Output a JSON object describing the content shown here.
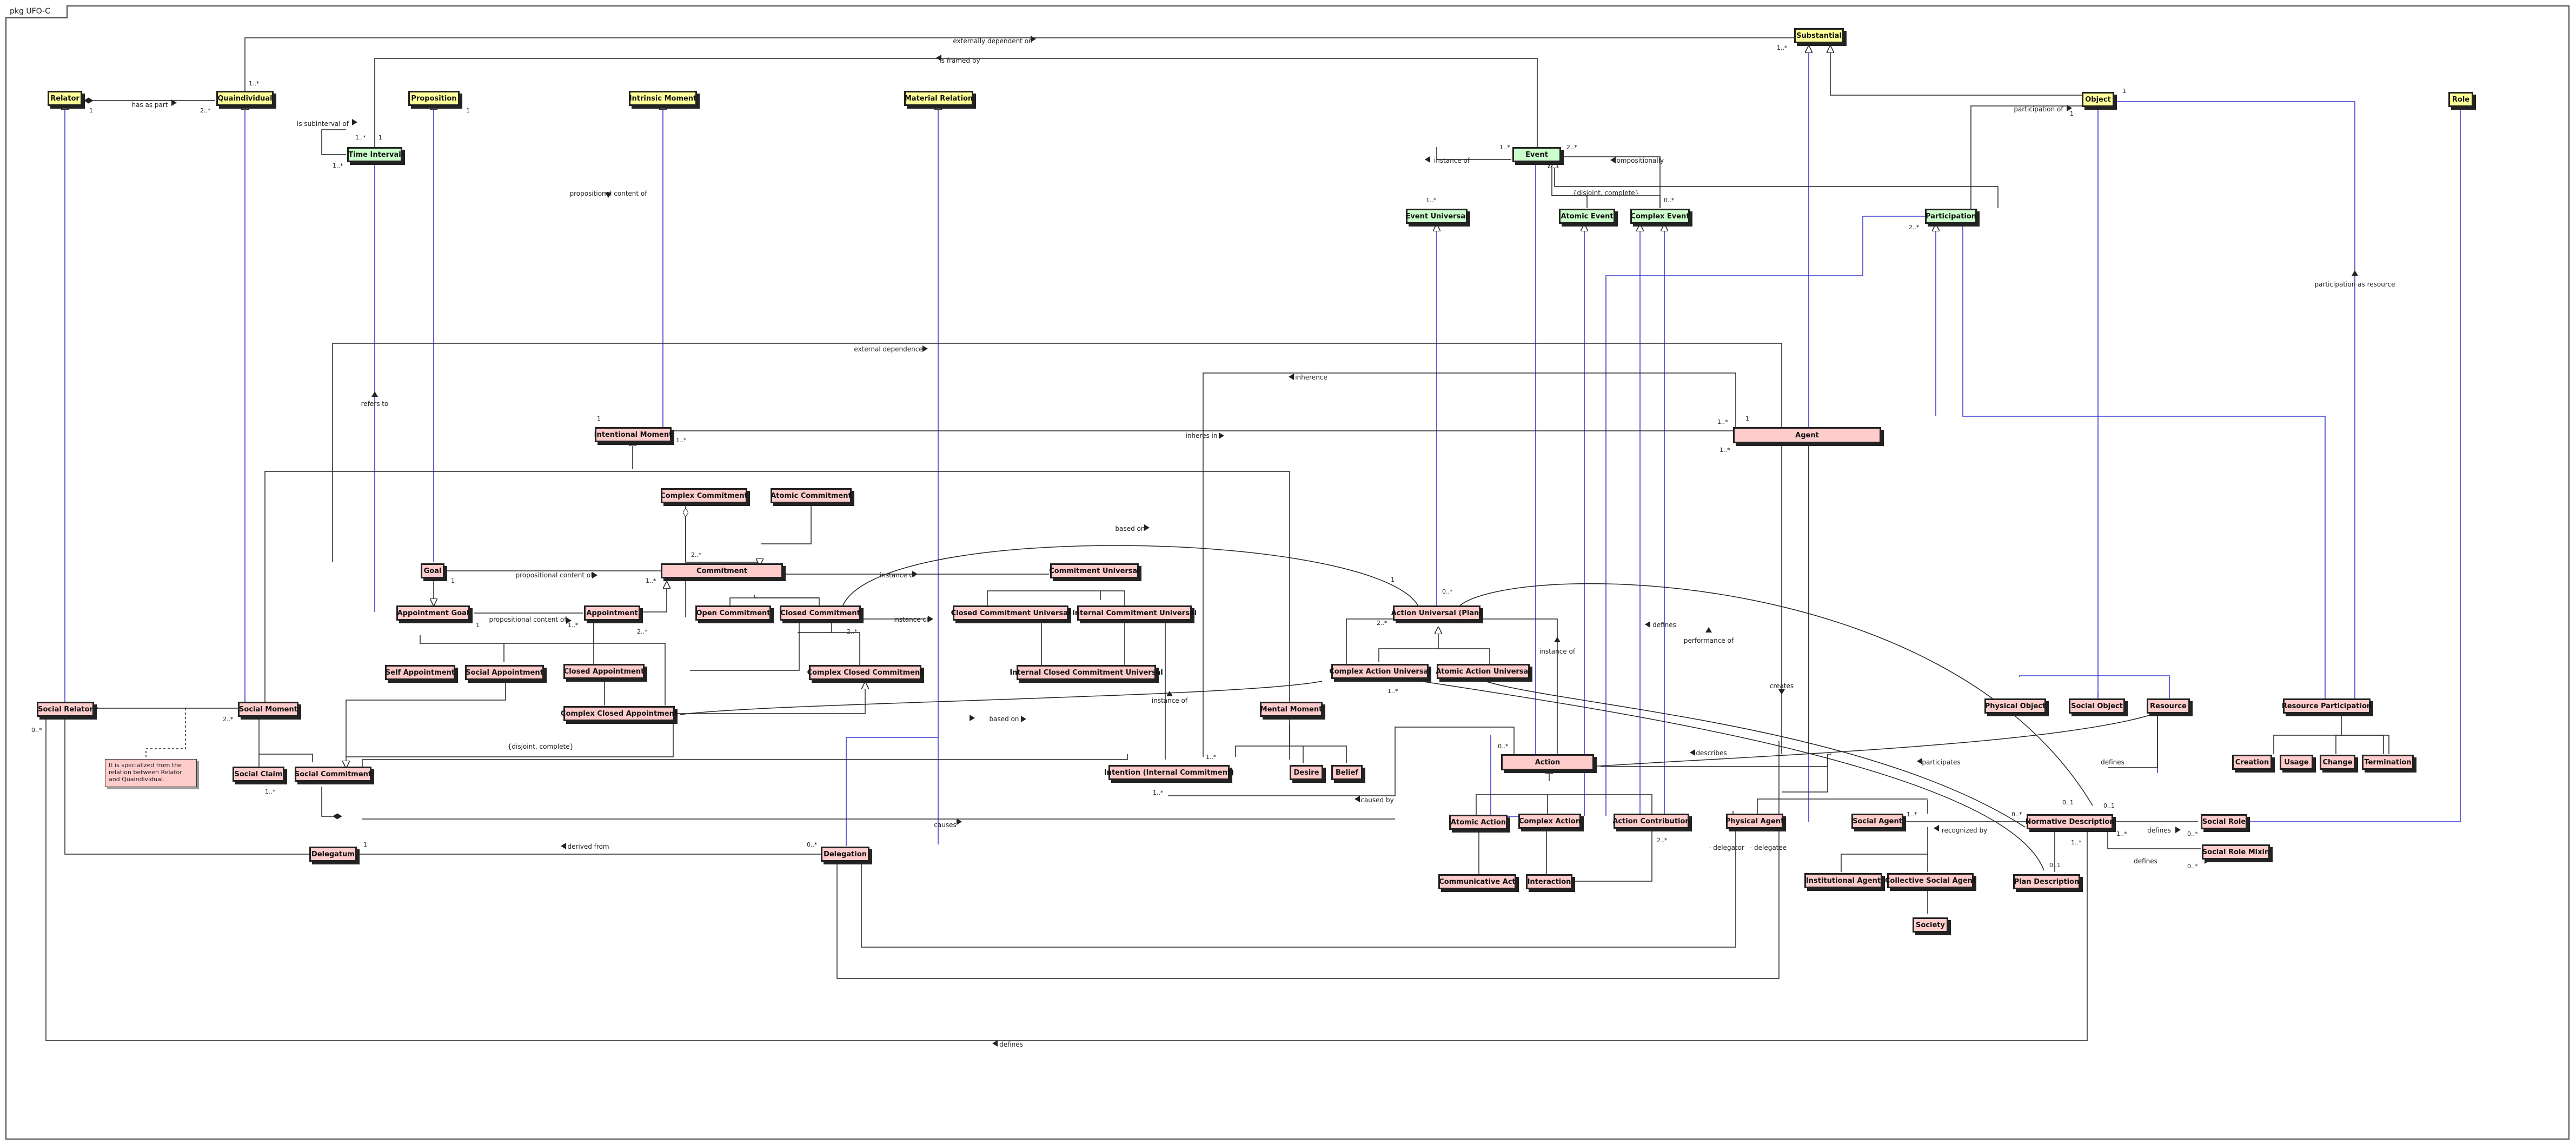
{
  "package_label": "pkg UFO-C",
  "note_text": "It is specialized from the relation between Relator and Quaindividual.",
  "classes": {
    "relator": "Relator",
    "quaindividual": "Quaindividual",
    "proposition": "Proposition",
    "intrinsic_moment": "Intrinsic Moment",
    "material_relation": "Material Relation",
    "substantial": "Substantial",
    "object": "Object",
    "role": "Role",
    "time_interval": "Time Interval",
    "event": "Event",
    "event_universal": "Event Universal",
    "atomic_event": "Atomic Event",
    "complex_event": "Complex Event",
    "participation": "Participation",
    "intentional_moment": "Intentional Moment",
    "agent": "Agent",
    "complex_commitment": "Complex Commitment",
    "atomic_commitment": "Atomic Commitment",
    "goal": "Goal",
    "commitment": "Commitment",
    "commitment_universal": "Commitment Universal",
    "appointment_goal": "Appointment Goal",
    "appointment": "Appointment",
    "open_commitment": "Open Commitment",
    "closed_commitment": "Closed Commitment",
    "closed_commitment_universal": "Closed Commitment Universal",
    "internal_commitment_universal": "Internal Commitment Universal",
    "action_universal_plan": "Action Universal (Plan)",
    "self_appointment": "Self Appointment",
    "social_appointment": "Social Appointment",
    "closed_appointment": "Closed Appointment",
    "complex_closed_commitment": "Complex Closed Commitment",
    "internal_closed_commitment_universal": "Internal Closed Commitment Universal",
    "complex_action_universal": "Complex Action Universal",
    "atomic_action_universal": "Atomic Action Universal",
    "complex_closed_appointment": "Complex Closed Appointment",
    "social_relator": "Social Relator",
    "social_moment": "Social Moment",
    "mental_moment": "Mental Moment",
    "physical_object": "Physical Object",
    "social_object": "Social Object",
    "resource": "Resource",
    "resource_participation": "Resource Participation",
    "social_claim": "Social Claim",
    "social_commitment": "Social Commitment",
    "intention": "Intention (Internal Commitment)",
    "desire": "Desire",
    "belief": "Belief",
    "action": "Action",
    "creation": "Creation",
    "usage": "Usage",
    "change": "Change",
    "termination": "Termination",
    "atomic_action": "Atomic Action",
    "complex_action": "Complex Action",
    "action_contribution": "Action Contribution",
    "physical_agent": "Physical Agent",
    "social_agent": "Social Agent",
    "normative_description": "Normative Description",
    "social_role": "Social Role",
    "social_role_mixin": "Social Role Mixin",
    "delegatum": "Delegatum",
    "delegation": "Delegation",
    "communicative_act": "Communicative Act",
    "interaction": "Interaction",
    "institutional_agent": "Institutional Agent",
    "collective_social_agent": "Collective Social Agent",
    "plan_description": "Plan Description",
    "society": "Society"
  },
  "labels": {
    "externally_dependent_on": "externally dependent on",
    "is_framed_by": "is framed by",
    "has_as_part": "has as part",
    "is_subinterval_of": "is subinterval of",
    "participation_of": "participation of",
    "instance_of_event": "instance of",
    "compositionally": "compositionally",
    "disjoint_complete_event": "{disjoint, complete}",
    "propositional_content_of_im": "propositional content of",
    "participation_as_resource": "participation as resource",
    "refers_to": "refers to",
    "external_dependence": "external dependence",
    "inheres_in": "inheres in",
    "inherence": "inherence",
    "based_on_top": "based on",
    "propositional_content_of_goal": "propositional content of",
    "instance_of_commitment": "instance of",
    "propositional_content_of_appointment": "propositional content of",
    "instance_of_closed": "instance of",
    "instance_of_action": "instance of",
    "defines_action": "defines",
    "performance_of": "performance of",
    "instance_of_intention": "instance of",
    "based_on_bottom": "based on",
    "creates": "creates",
    "disjoint_complete_social": "{disjoint, complete}",
    "describes": "describes",
    "participates": "participates",
    "defines_right": "defines",
    "caused_by": "caused by",
    "causes": "causes",
    "derived_from": "derived from",
    "delegator": "- delegator",
    "delegatee": "- delegatee",
    "recognized_by": "recognized by",
    "defines_social_role": "defines",
    "defines_social_role_mixin": "defines",
    "defines_bottom": "defines"
  },
  "multiplicities": {
    "m_relator_1": "1",
    "m_qua_2": "2..*",
    "m_qua_1": "1..*",
    "m_prop_1": "1",
    "m_ti_1": "1..*",
    "m_ti_2": "1",
    "m_ti_3": "1..*",
    "m_sub_1": "1..*",
    "m_obj_1": "1",
    "m_obj_2": "1",
    "m_event_1": "1..*",
    "m_event_2": "2..*",
    "m_eu": "1..*",
    "m_ce": "0..*",
    "m_part": "2..*",
    "m_im_1": "1",
    "m_im_2": "1..*",
    "m_agent_1": "1..*",
    "m_agent_2": "1",
    "m_agent_3": "1..*",
    "m_cc": "2..*",
    "m_commit": "1..*",
    "m_goal": "1",
    "m_ag": "1",
    "m_app_1": "1..*",
    "m_app_2": "2..*",
    "m_clc": "2..*",
    "m_au_1": "1",
    "m_au_2": "0..*",
    "m_cau_1": "2..*",
    "m_cau_2": "1..*",
    "m_sr": "0..*",
    "m_sm": "2..*",
    "m_scom": "1..*",
    "m_int": "1..*",
    "m_int2": "1..*",
    "m_act": "0..*",
    "m_so": "0..1",
    "m_nd_1": "0..1",
    "m_nd_2": "0..*",
    "m_nd_3": "1..*",
    "m_nd_4": "1..*",
    "m_nd_5": "0..1",
    "m_sa": "1..*",
    "m_srole": "0..*",
    "m_srm": "0..*",
    "m_deleg": "0..*",
    "m_dtum": "1",
    "m_acontr": "2..*"
  }
}
